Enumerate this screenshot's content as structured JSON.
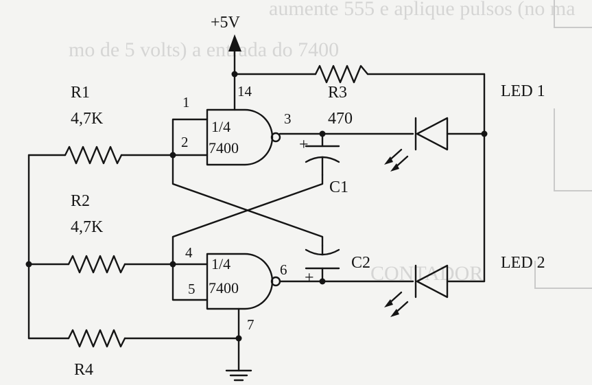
{
  "bleed_through": {
    "line1": "aumente 555 e aplique pulsos (no ma",
    "line2": "mo de 5 volts) a entrada do 7400",
    "line3": "CONTADOR"
  },
  "supply": {
    "label": "+5V"
  },
  "resistors": {
    "r1": {
      "name": "R1",
      "value": "4,7K"
    },
    "r2": {
      "name": "R2",
      "value": "4,7K"
    },
    "r3": {
      "name": "R3",
      "value": "470"
    },
    "r4": {
      "name": "R4"
    }
  },
  "capacitors": {
    "c1": "C1",
    "c2": "C2",
    "plus": "+"
  },
  "leds": {
    "led1": "LED 1",
    "led2": "LED 2"
  },
  "gates": {
    "fraction": "1/4",
    "part": "7400"
  },
  "pins": {
    "p1": "1",
    "p2": "2",
    "p3": "3",
    "p4": "4",
    "p5": "5",
    "p6": "6",
    "p7": "7",
    "p14": "14"
  }
}
